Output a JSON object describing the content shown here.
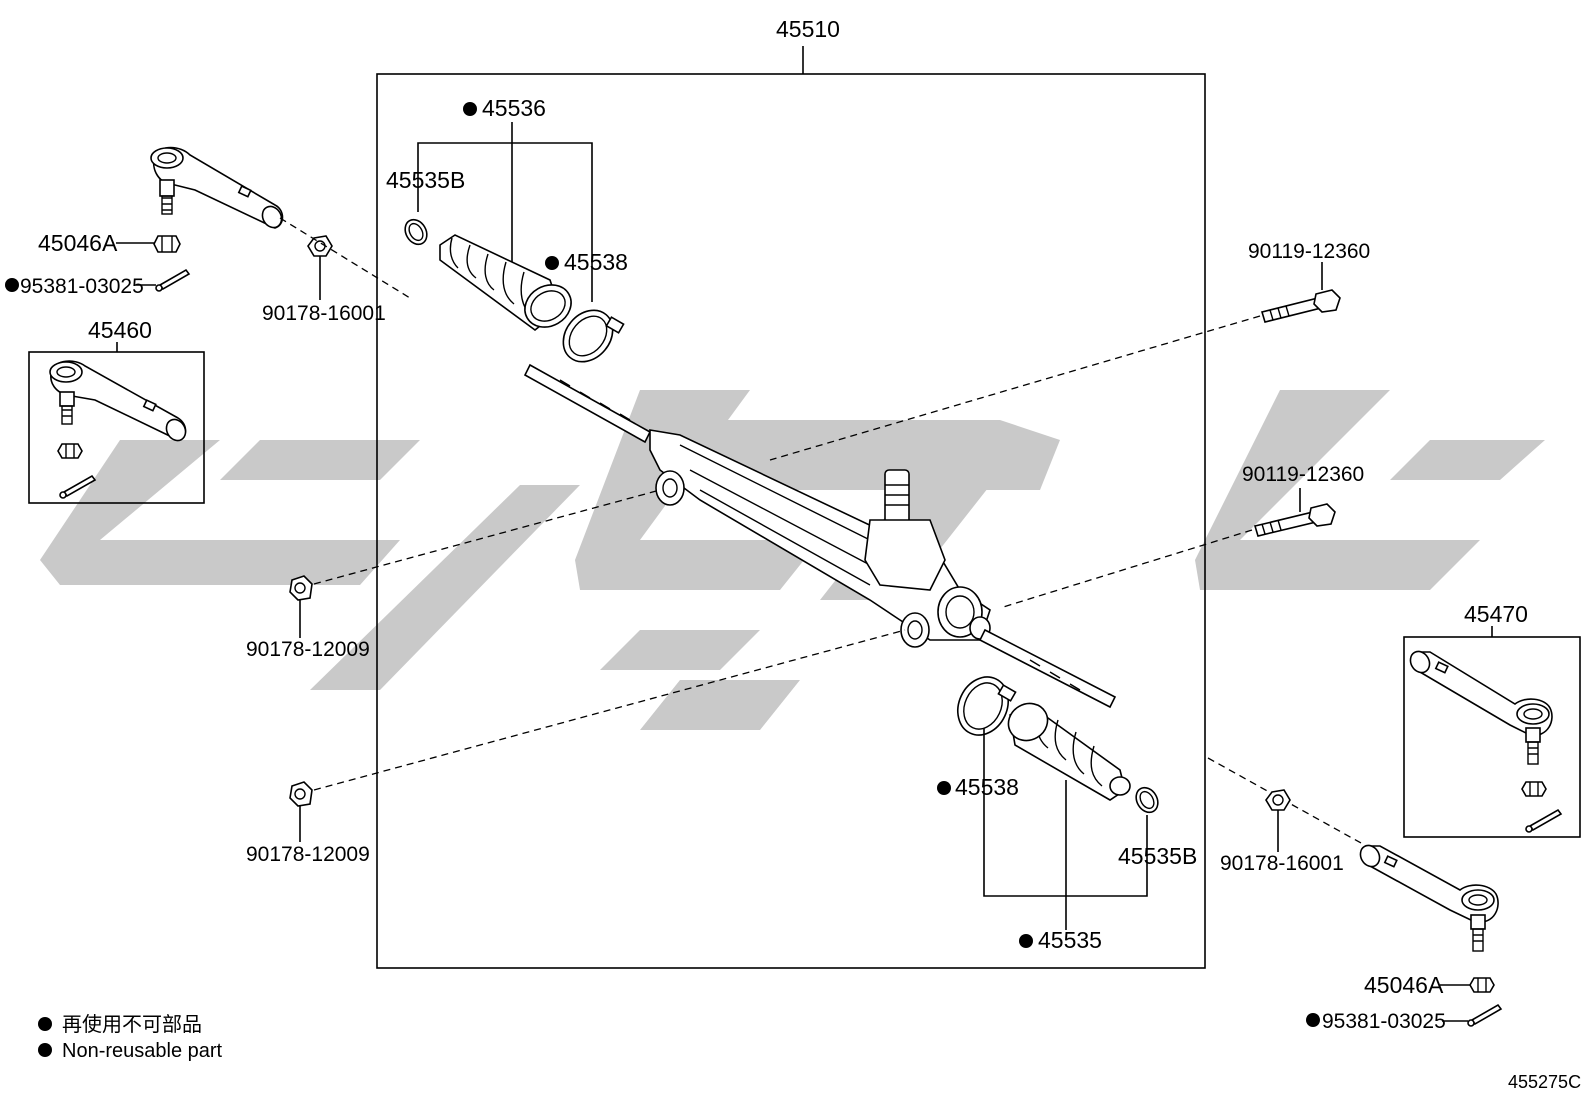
{
  "diagram": {
    "parts": {
      "rack_assembly": "45510",
      "boot_upper": "45536",
      "clip_upper": "45535B",
      "band_upper": "45538",
      "tie_rod_end_lh_set": "45460",
      "nut_upper": "45046A",
      "cotter_pin_upper": "95381-03025",
      "nut_lower_left": "90178-16001",
      "bolt_upper": "90119-12360",
      "bolt_lower": "90119-12360",
      "nut_mount_1": "90178-12009",
      "nut_mount_2": "90178-12009",
      "tie_rod_end_rh_set": "45470",
      "band_lower": "45538",
      "boot_lower": "45535",
      "clip_lower": "45535B",
      "nut_lower_right": "90178-16001",
      "nut_lower": "45046A",
      "cotter_pin_lower": "95381-03025"
    },
    "legend": {
      "line_cn": "再使用不可部品",
      "line_en": "Non-reusable part"
    },
    "figure_code": "455275C",
    "colors": {
      "line": "#000000",
      "watermark": "#c9c9c9",
      "background": "#ffffff"
    }
  }
}
